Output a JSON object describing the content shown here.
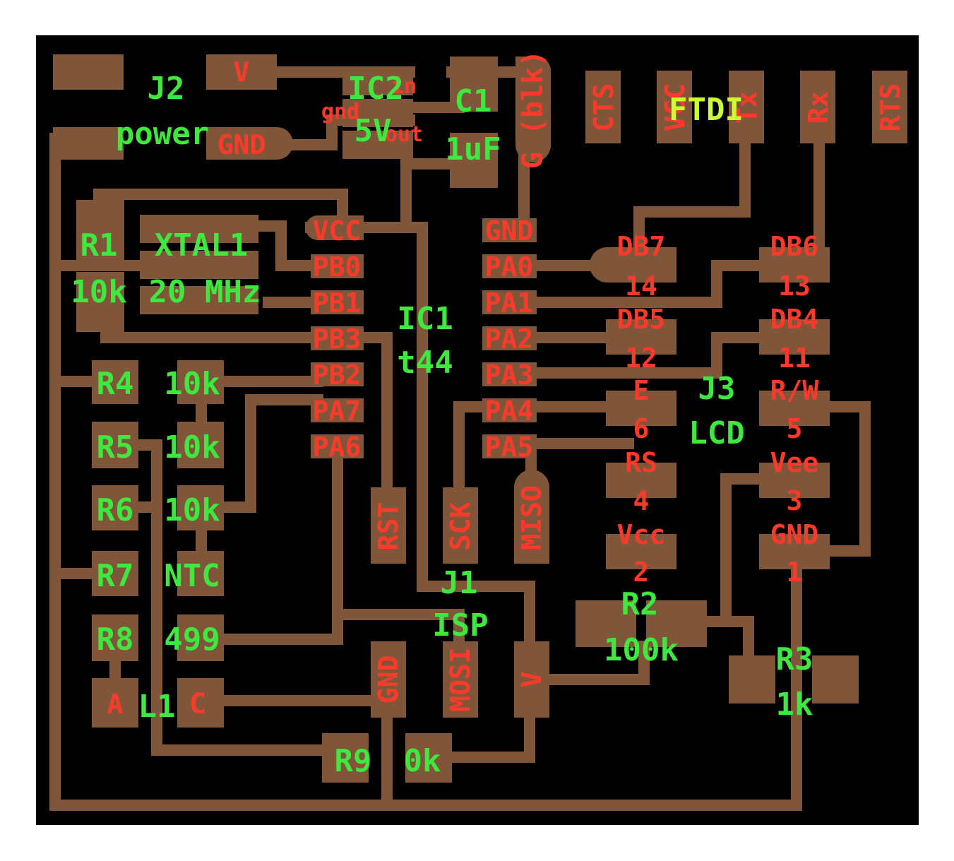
{
  "colors": {
    "board": "#000000",
    "copper": "#7f563a",
    "pad_label": "#ff3a2a",
    "ref_label": "#3ee83e",
    "ftdi_label": "#ccff33"
  },
  "power_header": {
    "ref": "J2",
    "name": "power",
    "pads": [
      "V",
      "GND"
    ]
  },
  "regulator": {
    "ref": "IC2",
    "value": "5V",
    "pins": [
      "in",
      "gnd",
      "out"
    ]
  },
  "capacitor": {
    "ref": "C1",
    "value": "1uF"
  },
  "ftdi_header": {
    "ref": "FTDI",
    "pads": [
      "G (blk)",
      "CTS",
      "VCC",
      "Tx",
      "Rx",
      "RTS"
    ]
  },
  "mcu": {
    "ref": "IC1",
    "value": "t44",
    "left_pins": [
      "VCC",
      "PB0",
      "PB1",
      "PB3",
      "PB2",
      "PA7",
      "PA6"
    ],
    "right_pins": [
      "GND",
      "PA0",
      "PA1",
      "PA2",
      "PA3",
      "PA4",
      "PA5"
    ]
  },
  "resistor_r1": {
    "ref": "R1",
    "value": "10k"
  },
  "crystal": {
    "ref": "XTAL1",
    "value": "20 MHz"
  },
  "resistor_r4": {
    "ref": "R4",
    "value": "10k"
  },
  "resistor_r5": {
    "ref": "R5",
    "value": "10k"
  },
  "resistor_r6": {
    "ref": "R6",
    "value": "10k"
  },
  "resistor_r7": {
    "ref": "R7",
    "value": "NTC"
  },
  "resistor_r8": {
    "ref": "R8",
    "value": "499"
  },
  "led": {
    "ref": "L1",
    "anode": "A",
    "cathode": "C"
  },
  "resistor_r9": {
    "ref": "R9",
    "value": "0k"
  },
  "isp_header": {
    "ref": "J1",
    "name": "ISP",
    "pads": [
      "RST",
      "SCK",
      "MISO",
      "GND",
      "MOSI",
      "V"
    ]
  },
  "lcd_header": {
    "ref": "J3",
    "name": "LCD",
    "pads": [
      {
        "name": "DB7",
        "num": "14"
      },
      {
        "name": "DB6",
        "num": "13"
      },
      {
        "name": "DB5",
        "num": "12"
      },
      {
        "name": "DB4",
        "num": "11"
      },
      {
        "name": "E",
        "num": "6"
      },
      {
        "name": "R/W",
        "num": "5"
      },
      {
        "name": "RS",
        "num": "4"
      },
      {
        "name": "Vee",
        "num": "3"
      },
      {
        "name": "Vcc",
        "num": "2"
      },
      {
        "name": "GND",
        "num": "1"
      }
    ]
  },
  "resistor_r2": {
    "ref": "R2",
    "value": "100k"
  },
  "resistor_r3": {
    "ref": "R3",
    "value": "1k"
  }
}
